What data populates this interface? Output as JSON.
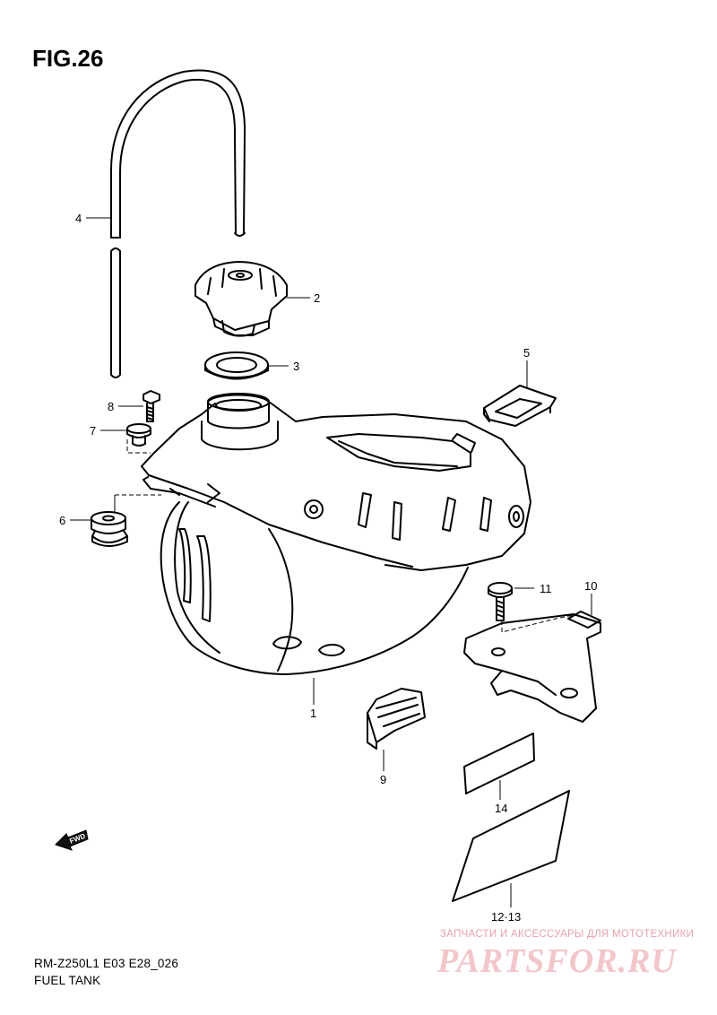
{
  "figure": {
    "title": "FIG.26"
  },
  "callouts": {
    "p1": "1",
    "p2": "2",
    "p3": "3",
    "p4": "4",
    "p5": "5",
    "p6": "6",
    "p7": "7",
    "p8": "8",
    "p9": "9",
    "p10": "10",
    "p11": "11",
    "p12_13": "12·13",
    "p14": "14"
  },
  "fwd_arrow": {
    "label": "FWD"
  },
  "footer": {
    "code": "RM-Z250L1 E03 E28_026",
    "name": "FUEL TANK"
  },
  "watermark": {
    "tagline": "ЗАПЧАСТИ И АКСЕССУАРЫ ДЛЯ МОТОТЕХНИКИ",
    "logo": "PARTSFOR.RU",
    "color": "#f2c6ca"
  },
  "icons": {
    "fwd": "fwd-arrow-icon"
  }
}
